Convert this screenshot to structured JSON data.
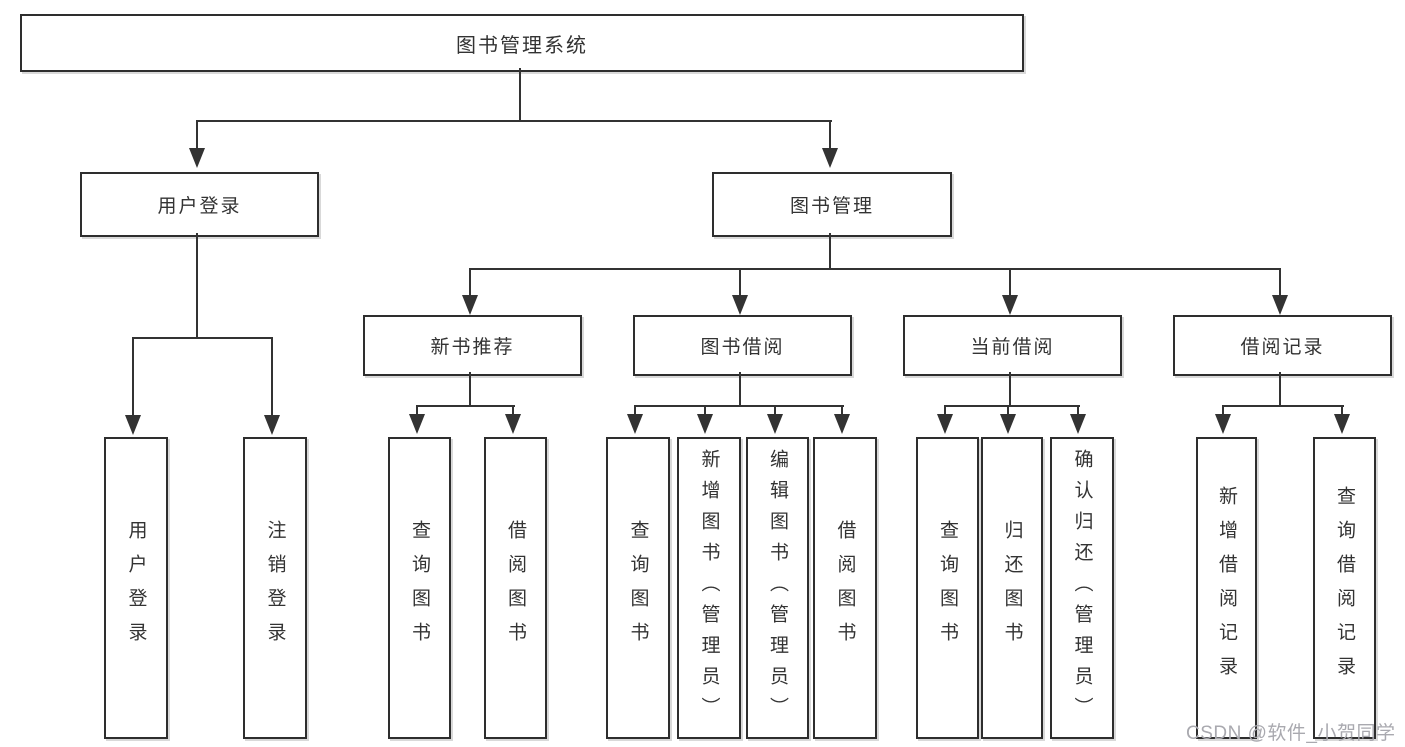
{
  "colors": {
    "background": "#ffffff",
    "line": "#333333",
    "box_border": "#2e2e2e",
    "text": "#333333",
    "watermark_text": "#a9a9af"
  },
  "watermark": {
    "text": "CSDN @软件_小贺同学"
  },
  "diagram": {
    "root": {
      "label": "图书管理系统"
    },
    "branches": [
      {
        "label": "用户登录",
        "children": [
          {
            "label": "用户登录"
          },
          {
            "label": "注销登录"
          }
        ]
      },
      {
        "label": "图书管理",
        "children": [
          {
            "label": "新书推荐",
            "children": [
              {
                "label": "查询图书"
              },
              {
                "label": "借阅图书"
              }
            ]
          },
          {
            "label": "图书借阅",
            "children": [
              {
                "label": "查询图书"
              },
              {
                "label": "新增图书（管理员）"
              },
              {
                "label": "编辑图书（管理员）"
              },
              {
                "label": "借阅图书"
              }
            ]
          },
          {
            "label": "当前借阅",
            "children": [
              {
                "label": "查询图书"
              },
              {
                "label": "归还图书"
              },
              {
                "label": "确认归还（管理员）"
              }
            ]
          },
          {
            "label": "借阅记录",
            "children": [
              {
                "label": "新增借阅记录"
              },
              {
                "label": "查询借阅记录"
              }
            ]
          }
        ]
      }
    ]
  }
}
